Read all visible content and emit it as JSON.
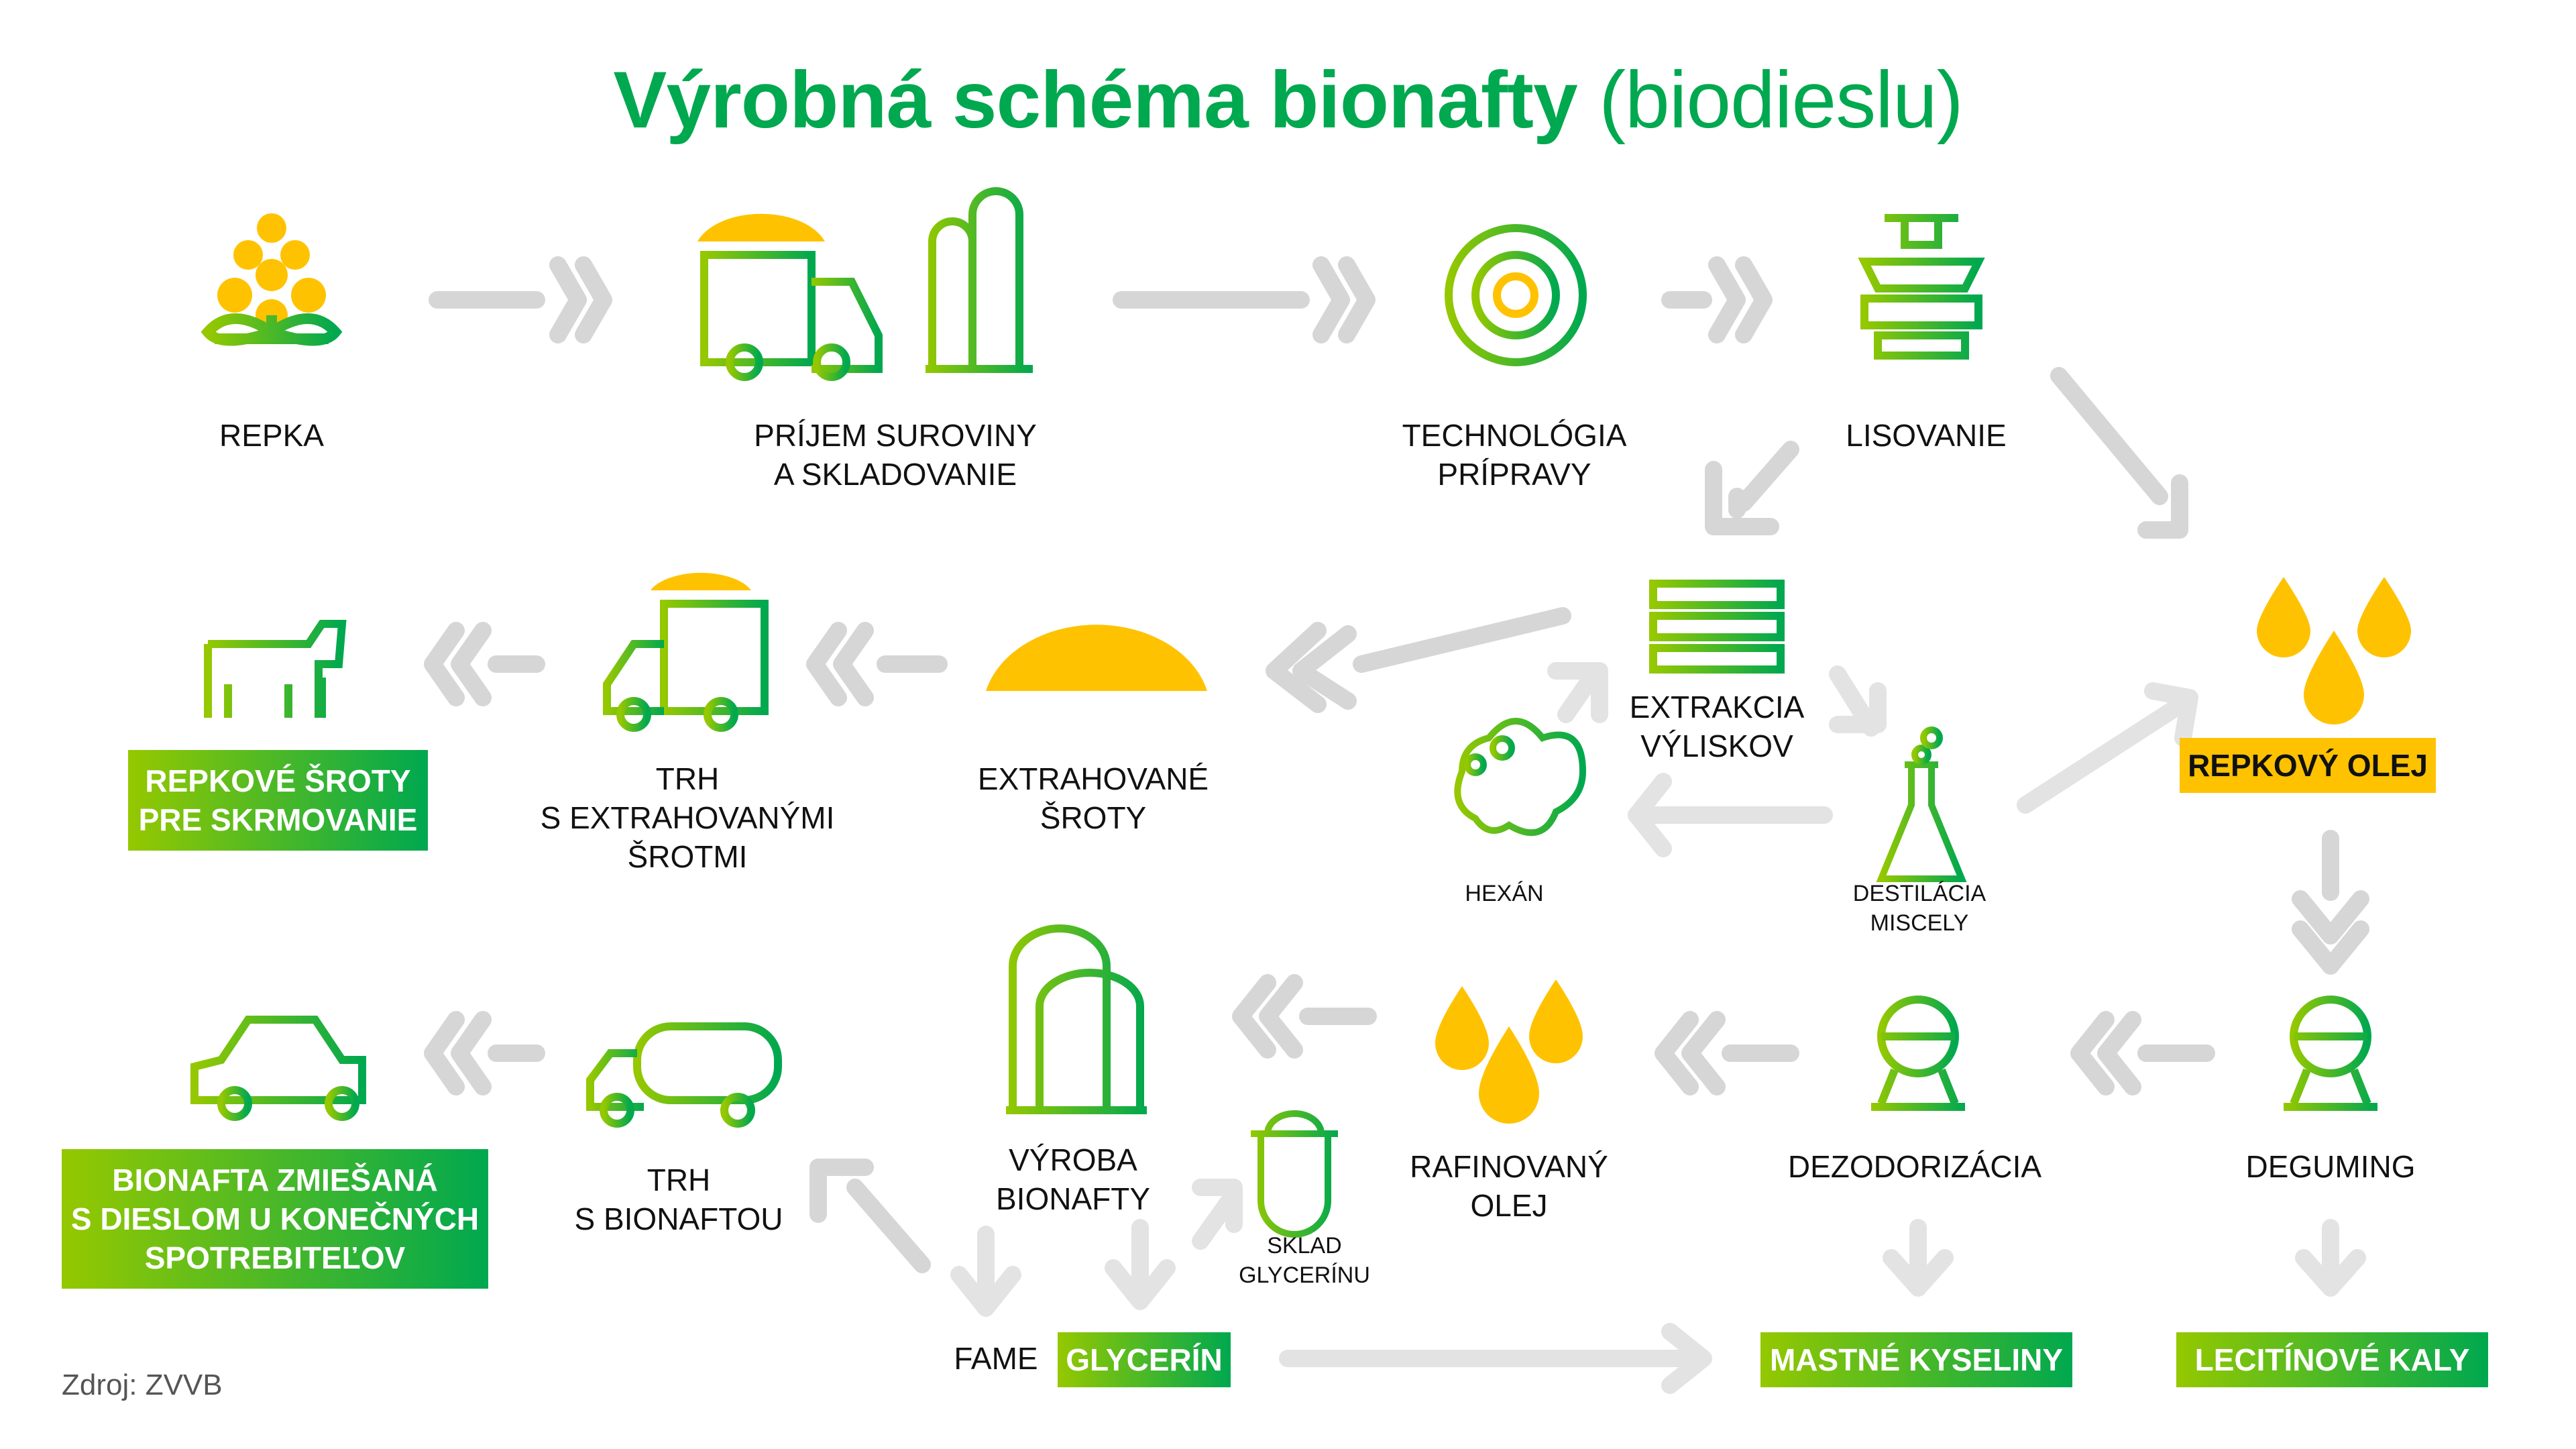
{
  "title": {
    "bold": "Výrobná schéma bionafty",
    "light": "(biodieslu)"
  },
  "colors": {
    "green": "#00a84f",
    "lime": "#95c800",
    "yellow": "#ffc200",
    "arrow": "#d9d9d9"
  },
  "nodes": {
    "repka": {
      "label": "REPKA",
      "icon": "rapeseed-flower-icon"
    },
    "prijem": {
      "line1": "PRÍJEM SUROVINY",
      "line2": "A SKLADOVANIE",
      "icon": "truck-silo-icon"
    },
    "technologia": {
      "line1": "TECHNOLÓGIA",
      "line2": "PRÍPRAVY",
      "icon": "gear-icon"
    },
    "lisovanie": {
      "label": "LISOVANIE",
      "icon": "press-icon"
    },
    "extrakcia": {
      "line1": "EXTRAKCIA",
      "line2": "VÝLISKOV",
      "icon": "layers-icon"
    },
    "hexan": {
      "label": "HEXÁN",
      "icon": "cloud-bubbles-icon"
    },
    "destilacia": {
      "line1": "DESTILÁCIA",
      "line2": "MISCELY",
      "icon": "flask-icon"
    },
    "extrahovane": {
      "line1": "EXTRAHOVANÉ",
      "line2": "ŠROTY",
      "icon": "meal-pile-icon"
    },
    "trh_sroty": {
      "line1": "TRH",
      "line2": "S EXTRAHOVANÝMI",
      "line3": "ŠROTMI",
      "icon": "truck-icon"
    },
    "krava": {
      "icon": "cow-icon"
    },
    "deguming": {
      "label": "DEGUMING",
      "icon": "tank-icon"
    },
    "dezodorizacia": {
      "label": "DEZODORIZÁCIA",
      "icon": "tank-icon"
    },
    "rafinovany": {
      "line1": "RAFINOVANÝ",
      "line2": "OLEJ",
      "icon": "oil-drops-icon"
    },
    "vyroba": {
      "line1": "VÝROBA",
      "line2": "BIONAFTY",
      "icon": "silo-icon"
    },
    "sklad": {
      "line1": "SKLAD",
      "line2": "GLYCERÍNU",
      "icon": "storage-tank-icon"
    },
    "trh_bionafta": {
      "line1": "TRH",
      "line2": "S BIONAFTOU",
      "icon": "tanker-truck-icon"
    },
    "auto": {
      "icon": "car-icon"
    },
    "fame": {
      "label": "FAME"
    },
    "olej_icon": {
      "icon": "oil-drops-icon"
    }
  },
  "boxes": {
    "repkove_sroty": {
      "line1": "REPKOVÉ ŠROTY",
      "line2": "PRE SKRMOVANIE"
    },
    "repkovy_olej": {
      "label": "REPKOVÝ OLEJ"
    },
    "bionafta": {
      "line1": "BIONAFTA ZMIEŠANÁ",
      "line2": "S DIESLOM U KONEČNÝCH",
      "line3": "SPOTREBITEĽOV"
    },
    "glycerin": {
      "label": "GLYCERÍN"
    },
    "mastne": {
      "label": "MASTNÉ KYSELINY"
    },
    "lecitinove": {
      "label": "LECITÍNOVÉ KALY"
    }
  },
  "source": "Zdroj: ZVVB"
}
